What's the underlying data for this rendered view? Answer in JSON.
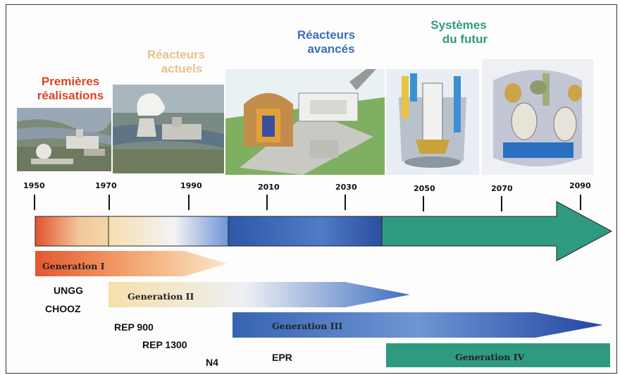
{
  "eras": {
    "premieres_line1": "Premières",
    "premieres_line2": "réalisations",
    "actuels_line1": "Réacteurs",
    "actuels_line2": "actuels",
    "avances_line1": "Réacteurs",
    "avances_line2": "avancés",
    "futur_line1": "Systèmes",
    "futur_line2": "du futur"
  },
  "colors": {
    "premieres": "#d9452a",
    "actuels": "#e8c28a",
    "avances": "#3a6fb5",
    "futur": "#2f9a80"
  },
  "timeline": {
    "years": [
      "1950",
      "1970",
      "1990",
      "2010",
      "2030",
      "2050",
      "2070",
      "2090"
    ]
  },
  "generations": {
    "gen1": "Generation I",
    "gen2": "Generation II",
    "gen3": "Generation III",
    "gen4": "Generation IV"
  },
  "reactors": {
    "ungg": "UNGG",
    "chooz": "CHOOZ",
    "rep900": "REP 900",
    "rep1300": "REP 1300",
    "n4": "N4",
    "epr": "EPR"
  }
}
